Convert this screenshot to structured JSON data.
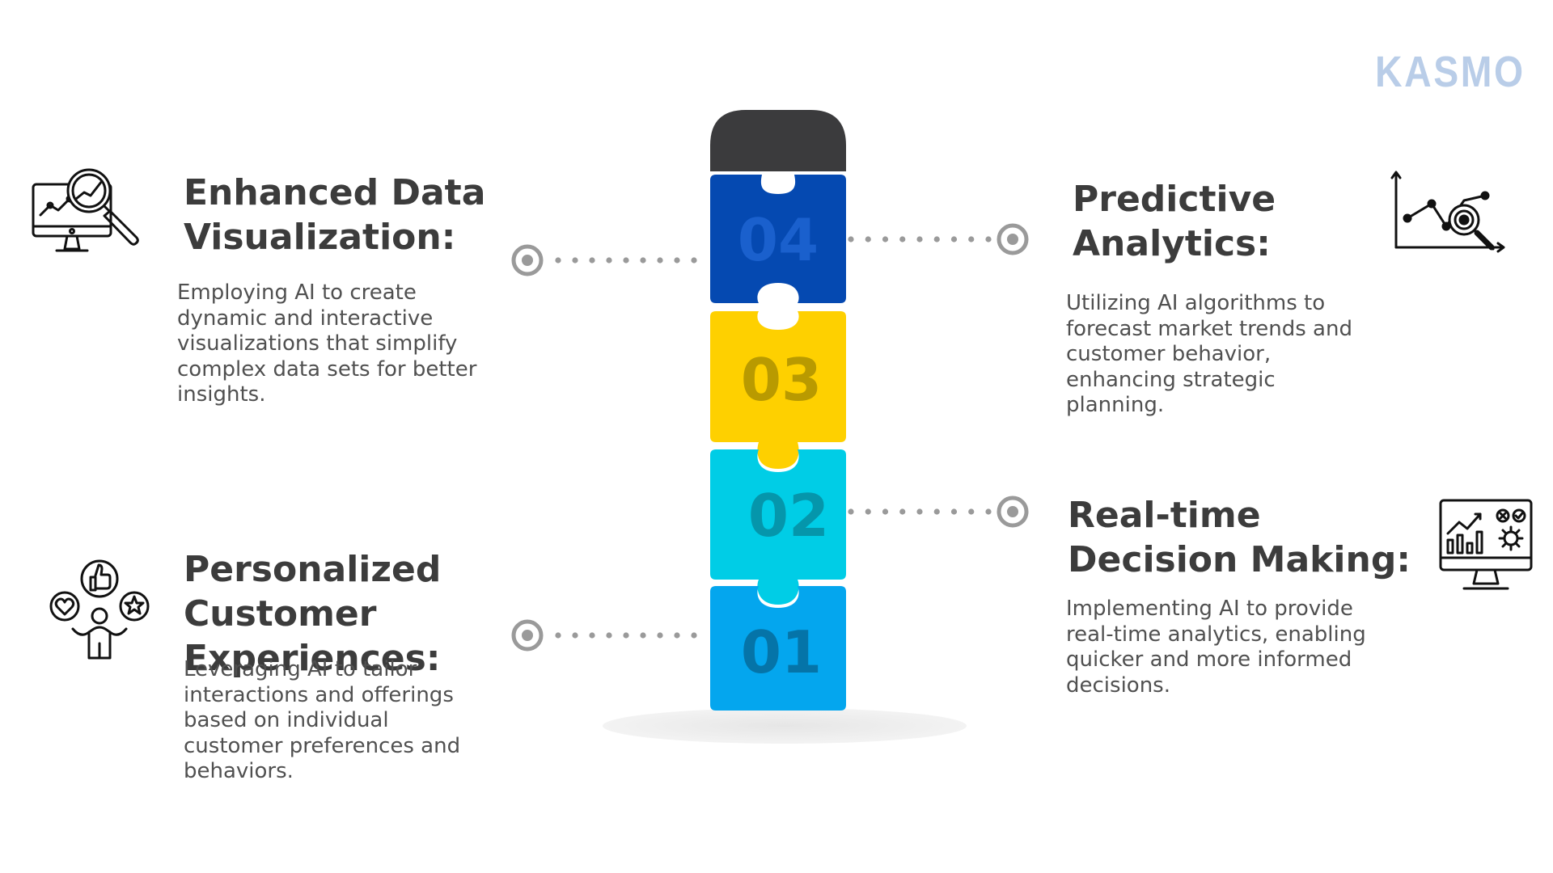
{
  "brand": {
    "logo": "KASMO",
    "color": "#b9cde8"
  },
  "puzzle": {
    "cap_color": "#3b3b3d",
    "pieces": [
      {
        "number": "04",
        "color": "#0549b1",
        "number_color": "#1a60cd"
      },
      {
        "number": "03",
        "color": "#fed000",
        "number_color": "#b99a00"
      },
      {
        "number": "02",
        "color": "#00cde6",
        "number_color": "#0596ab"
      },
      {
        "number": "01",
        "color": "#04a6ee",
        "number_color": "#0574a8"
      }
    ]
  },
  "items": {
    "enhanced_data_visualization": {
      "title": "Enhanced Data Visualization:",
      "description": "Employing AI to create dynamic and interactive visualizations that simplify complex data sets for better insights.",
      "icon": "data-visualization-icon"
    },
    "predictive_analytics": {
      "title": "Predictive Analytics:",
      "description": "Utilizing AI algorithms to forecast market trends and customer behavior, enhancing strategic planning.",
      "icon": "predictive-analytics-icon"
    },
    "personalized_customer_experiences": {
      "title": "Personalized Customer Experiences:",
      "description": "Leveraging AI to tailor interactions and offerings based on individual customer preferences and behaviors.",
      "icon": "customer-experience-icon"
    },
    "realtime_decision_making": {
      "title": "Real-time Decision Making:",
      "description": "Implementing AI to provide real-time analytics, enabling quicker and more informed decisions.",
      "icon": "realtime-dashboard-icon"
    }
  },
  "connector_color": "#9a9a9a",
  "text_color": "#3c3c3c"
}
